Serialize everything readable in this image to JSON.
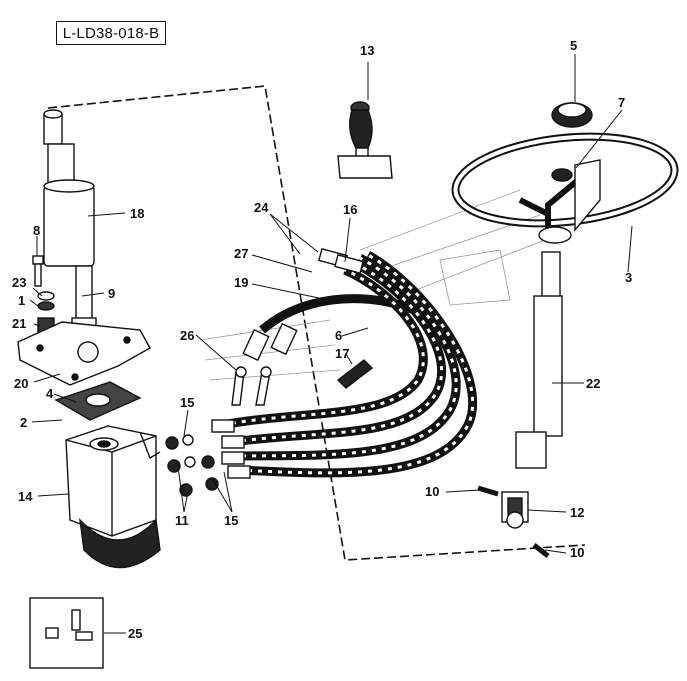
{
  "diagram_code": "L-LD38-018-B",
  "callouts": [
    "13",
    "5",
    "7",
    "18",
    "8",
    "23",
    "9",
    "1",
    "21",
    "20",
    "4",
    "2",
    "14",
    "3",
    "24",
    "16",
    "27",
    "19",
    "26",
    "6",
    "17",
    "22",
    "15",
    "11",
    "15",
    "10",
    "12",
    "10",
    "25"
  ]
}
